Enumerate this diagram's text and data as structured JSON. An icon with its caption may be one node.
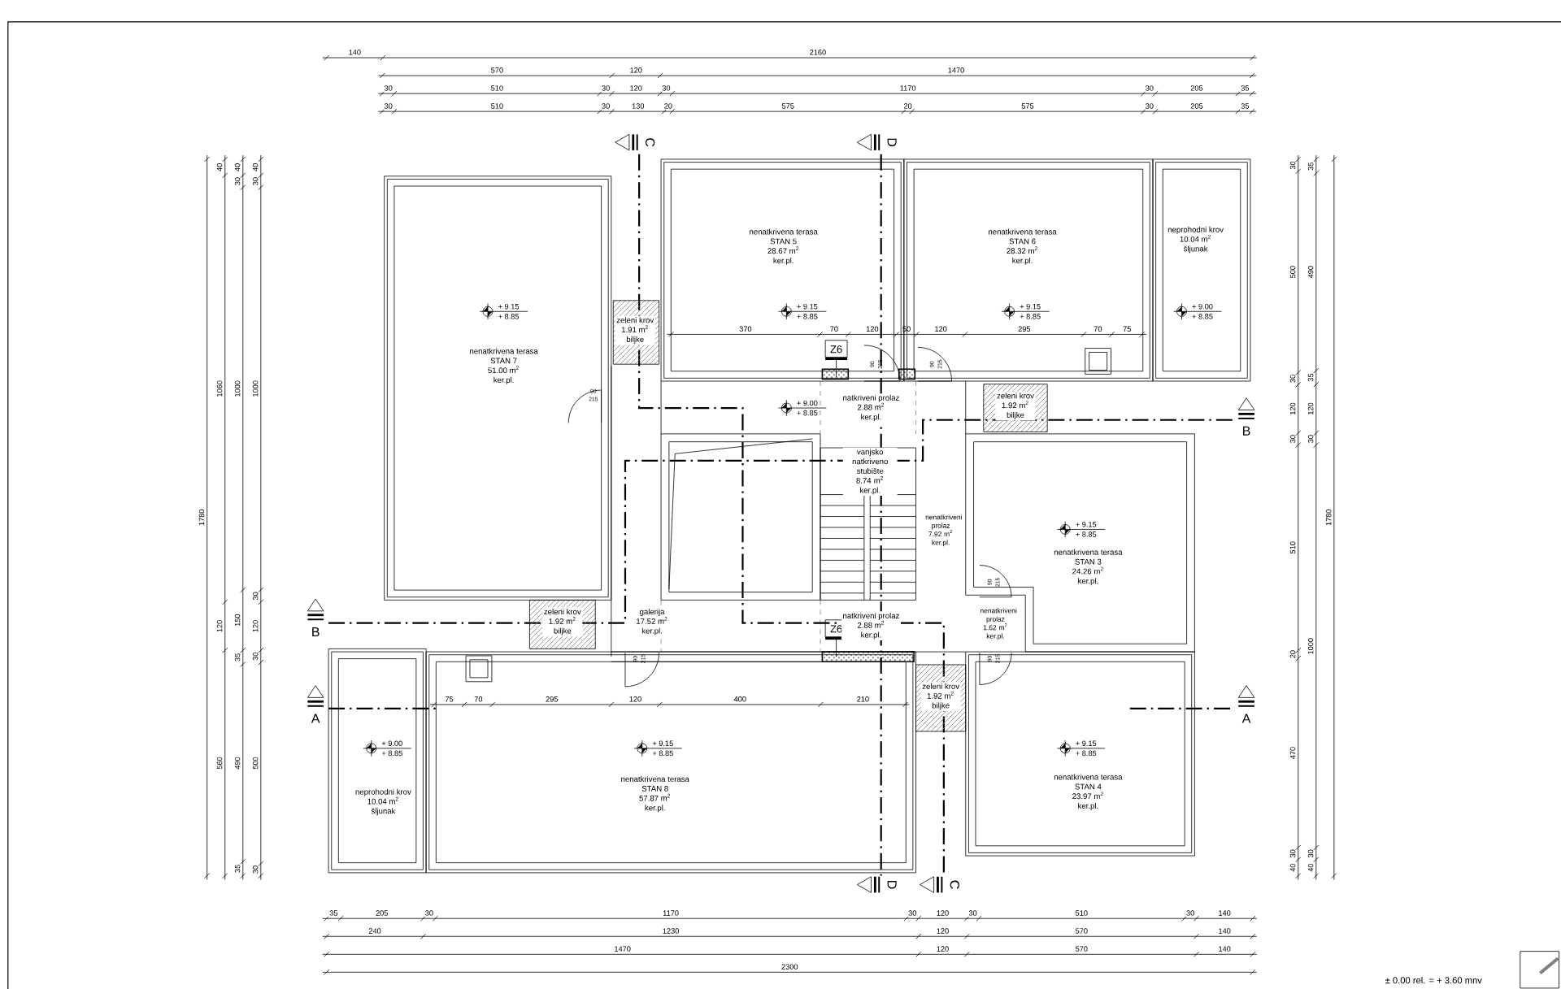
{
  "diagram": {
    "nodes": [
      {
        "text": [
          "nenatkrivena terasa",
          "STAN 7",
          "51.00 m$^{2}$",
          "ker.pl."
        ]
      },
      {
        "text": [
          "zeleni krov",
          "1.91 m$^{2}$",
          "biljke"
        ]
      },
      {
        "text": [
          "nenatkrivena terasa",
          "STAN 5",
          "28.67 m$^{2}$",
          "ker.pl."
        ]
      },
      {
        "text": [
          "nenatkrivena terasa",
          "STAN 6",
          "28.32 m$^{2}$",
          "ker.pl."
        ]
      },
      {
        "text": [
          "neprohodni krov",
          "10.04 m$^{2}$",
          "šljunak"
        ]
      },
      {
        "text": [
          "natkriveni prolaz",
          "2.88 m$^{2}$",
          "ker.pl."
        ]
      },
      {
        "text": [
          "zeleni krov",
          "1.92 m$^{2}$",
          "biljke"
        ]
      },
      {
        "text": [
          "vanjsko natkriveno stubište",
          "8.74 m$^{2}$",
          "ker.pl."
        ]
      },
      {
        "text": [
          "nenatkriveni prolaz",
          "7.92 m$^{2}$",
          "ker.pl."
        ]
      },
      {
        "text": [
          "nenatkrivena terasa",
          "STAN 3",
          "24.26 m$^{2}$",
          "ker.pl."
        ]
      },
      {
        "text": [
          "galerija",
          "17.52 m$^{2}$",
          "ker.pl."
        ]
      },
      {
        "text": [
          "zeleni krov",
          "1.92 m$^{2}$",
          "biljke"
        ]
      },
      {
        "text": [
          "natkriveni prolaz",
          "2.88 m$^{2}$",
          "ker.pl."
        ]
      },
      {
        "text": [
          "nenatkriveni prolaz",
          "1.62 m$^{2}$",
          "ker.pl."
        ]
      },
      {
        "text": [
          "neprohodni krov",
          "10.04 m$^{2}$",
          "šljunak"
        ]
      },
      {
        "text": [
          "nenatkrivena terasa",
          "STAN 8",
          "57.87 m$^{2}$",
          "ker.pl."
        ]
      },
      {
        "text": [
          "zeleni krov",
          "1.92 m$^{2}$",
          "biljke"
        ]
      },
      {
        "text": [
          "nenatkrivena terasa",
          "STAN 4",
          "23.97 m$^{2}$",
          "ker.pl."
        ]
      }
    ],
    "labels": [
      "140",
      "2160",
      "570",
      "120",
      "1470",
      "30",
      "510",
      "30",
      "120",
      "30",
      "1170",
      "30",
      "205",
      "35",
      "30",
      "510",
      "30",
      "130",
      "20",
      "575",
      "20",
      "575",
      "30",
      "205",
      "35",
      "C",
      "D",
      "1780",
      "40",
      "1060",
      "120",
      "560",
      "40",
      "30",
      "1000",
      "150",
      "35",
      "490",
      "35",
      "40",
      "30",
      "1000",
      "30",
      "120",
      "30",
      "500",
      "30",
      "30",
      "500",
      "30",
      "120",
      "30",
      "510",
      "20",
      "470",
      "30",
      "40",
      "35",
      "490",
      "35",
      "120",
      "30",
      "1000",
      "30",
      "40",
      "1780",
      "370",
      "70",
      "120",
      "50",
      "120",
      "295",
      "70",
      "75",
      "+ 9.15",
      "+ 8.85",
      "+ 9.15",
      "+ 8.85",
      "+ 9.15",
      "+ 8.85",
      "+ 9.00",
      "+ 8.85",
      "+ 9.00",
      "+ 8.85",
      "+ 9.15",
      "+ 8.85",
      "+ 9.00",
      "+ 8.85",
      "+ 9.15",
      "+ 8.85",
      "+ 9.15",
      "+ 8.85",
      "Z6",
      "90",
      "215",
      "90",
      "215",
      "90",
      "215",
      "B",
      "90",
      "215",
      "B",
      "Z6",
      "90",
      "215",
      "90",
      "215",
      "A",
      "A",
      "75",
      "70",
      "295",
      "120",
      "400",
      "210",
      "D",
      "C",
      "35",
      "205",
      "30",
      "1170",
      "30",
      "120",
      "30",
      "510",
      "30",
      "140",
      "240",
      "1230",
      "120",
      "570",
      "140",
      "1470",
      "120",
      "570",
      "140",
      "2300",
      "± 0.00 rel. = + 3.60 mnv"
    ]
  }
}
